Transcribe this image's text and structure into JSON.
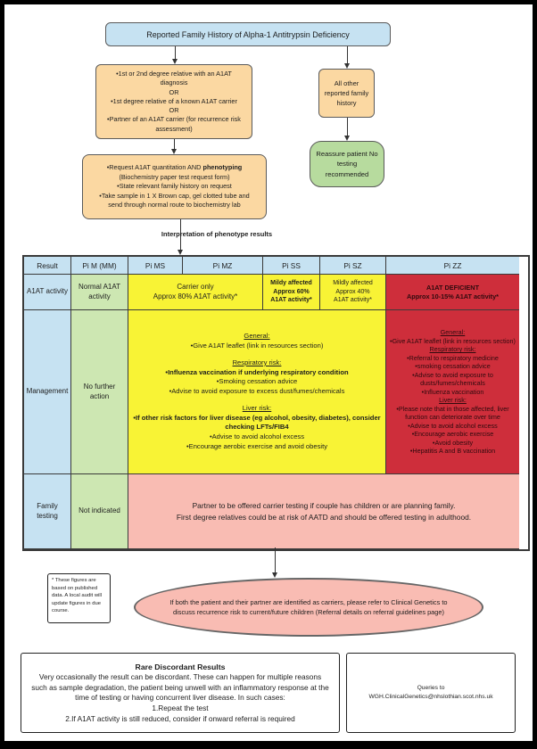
{
  "colors": {
    "blue": "#c6e2f2",
    "orange": "#fbd8a2",
    "green_box": "#b7db9e",
    "green_cell": "#cde7b2",
    "yellow": "#f8f335",
    "red": "#ce2e3b",
    "pink": "#f9bcb3"
  },
  "flow": {
    "title": "Reported Family History of Alpha-1 Antitrypsin Deficiency",
    "criteria": {
      "lines": [
        {
          "text": "•1st or 2nd degree relative with an A1AT diagnosis"
        },
        {
          "text": "OR"
        },
        {
          "text": "•1st degree relative of a known A1AT carrier"
        },
        {
          "text": "OR"
        },
        {
          "text": "•Partner of an A1AT carrier (for recurrence risk assessment)"
        }
      ]
    },
    "other_history": "All other reported family history",
    "request": {
      "lines": [
        {
          "segments": [
            {
              "text": "•Request A1AT quantitation AND "
            },
            {
              "text": "phenotyping",
              "bold": true
            }
          ]
        },
        {
          "text": "(Biochemistry paper test request form)"
        },
        {
          "text": "•State relevant family history on request"
        },
        {
          "text": "•Take sample in 1 X Brown cap, gel clotted tube and send through normal route to biochemistry lab"
        }
      ]
    },
    "reassure": "Reassure patient No testing recommended",
    "interpretation_label": "Interpretation of phenotype results"
  },
  "table": {
    "headers": [
      "Result",
      "Pi M (MM)",
      "Pi MS",
      "Pi MZ",
      "Pi SS",
      "Pi SZ",
      "Pi ZZ"
    ],
    "row_labels": {
      "activity": "A1AT activity",
      "management": "Management",
      "family": "Family testing"
    },
    "activity": {
      "pim": "Normal A1AT activity",
      "ms_mz": {
        "lines": [
          {
            "text": "Carrier only"
          },
          {
            "text": "Approx 80% A1AT activity*"
          }
        ]
      },
      "ss": {
        "lines": [
          {
            "text": "Mildy affected",
            "bold": true
          },
          {
            "text": "Approx 60%",
            "bold": true
          },
          {
            "text": "A1AT activity*",
            "bold": true
          }
        ]
      },
      "sz": {
        "lines": [
          {
            "text": "Mildly affected"
          },
          {
            "text": "Approx 40%"
          },
          {
            "text": "A1AT activity*"
          }
        ]
      },
      "zz": {
        "lines": [
          {
            "text": "A1AT DEFICIENT"
          },
          {
            "text": "Approx 10-15% A1AT activity*"
          }
        ]
      }
    },
    "management": {
      "pim": "No further action",
      "carriers": {
        "lines": [
          {
            "text": "General:",
            "underline": true
          },
          {
            "text": "•Give A1AT leaflet (link in resources section)"
          },
          {
            "spacer": true
          },
          {
            "text": "Respiratory risk:",
            "underline": true
          },
          {
            "text": "•Influenza vaccination if underlying respiratory condition",
            "bold": true
          },
          {
            "text": "•Smoking cessation advice"
          },
          {
            "text": "•Advise to avoid exposure to excess dust/fumes/chemicals"
          },
          {
            "spacer": true
          },
          {
            "text": "Liver risk:",
            "underline": true
          },
          {
            "text": "•If other risk factors for liver disease (eg alcohol, obesity, diabetes), consider checking LFTs/FIB4",
            "bold": true
          },
          {
            "text": "•Advise to avoid alcohol excess"
          },
          {
            "text": "•Encourage aerobic exercise and avoid obesity"
          }
        ]
      },
      "zz": {
        "lines": [
          {
            "text": "General:",
            "underline": true
          },
          {
            "text": "•Give A1AT leaflet (link in resources section)"
          },
          {
            "text": "Respiratory risk:",
            "underline": true
          },
          {
            "text": "•Referral to respiratory medicine"
          },
          {
            "text": "•smoking cessation advice"
          },
          {
            "text": "•Advise to avoid exposure to dusts/fumes/chemicals"
          },
          {
            "text": "•Influenza vaccination"
          },
          {
            "text": "Liver risk:",
            "underline": true
          },
          {
            "text": "•Please note that in those affected, liver function can deteriorate over time"
          },
          {
            "text": "•Advise to avoid alcohol excess"
          },
          {
            "text": "•Encourage aerobic exercise"
          },
          {
            "text": "•Avoid obesity"
          },
          {
            "text": "•Hepatitis A and B vaccination"
          }
        ]
      }
    },
    "family": {
      "pim": "Not indicated",
      "rest": {
        "lines": [
          {
            "text": "Partner to be offered carrier testing if couple has children or are planning family."
          },
          {
            "text": "First degree relatives could be at risk of AATD and should be offered testing in adulthood."
          }
        ]
      }
    }
  },
  "footnote": "* These figures are based on published data. A local audit will update figures in due course.",
  "referral_ellipse": "If both the patient and their partner are identified as carriers, please refer to Clinical Genetics to discuss recurrence risk to current/future children (Referral details on referral guidelines page)",
  "discordant": {
    "title": "Rare Discordant Results",
    "lines": [
      {
        "text": "Very occasionally the result can be discordant. These can happen for multiple reasons such as sample degradation, the patient being unwell with an inflammatory response at the time of testing or having concurrent liver disease. In such cases:"
      },
      {
        "text": "1.Repeat the test"
      },
      {
        "text": "2.If A1AT activity is still reduced, consider if onward referral is required"
      }
    ]
  },
  "queries": {
    "lines": [
      {
        "text": "Queries to"
      },
      {
        "text": "WGH.ClinicalGenetics@nhslothian.scot.nhs.uk"
      }
    ]
  }
}
